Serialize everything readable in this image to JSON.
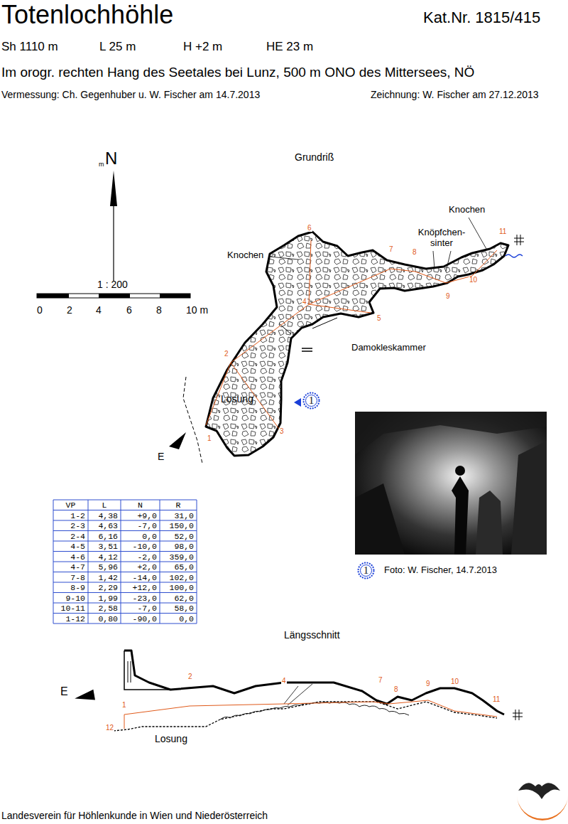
{
  "diagram": {
    "title": "Totenlochhöhle",
    "nodes": [
      {
        "text": [
          "1"
        ]
      },
      {
        "text": [
          "1"
        ]
      }
    ],
    "labels": [
      "Kat.Nr. 1815/415",
      "Sh 1110 m",
      "L 25 m",
      "H +2 m",
      "HE 23 m",
      "Im orogr. rechten Hang des Seetales bei Lunz, 500 m ONO des Mittersees, NÖ",
      "Vermessung: Ch. Gegenhuber u. W. Fischer am 14.7.2013",
      "Zeichnung: W. Fischer am 27.12.2013",
      "Grundriß",
      "m",
      "N",
      "1 : 200",
      "0",
      "2",
      "4",
      "6",
      "8",
      "10 m",
      "Knochen",
      "Knochen",
      "Knöpfchen- sinter",
      "Damokleskammer",
      "Losung",
      "E",
      "6",
      "7",
      "8",
      "11",
      "4",
      "5",
      "2",
      "1",
      "3",
      "10",
      "9",
      "VP",
      "L",
      "N",
      "R",
      "1-2",
      "4,38",
      "+9,0",
      "31,0",
      "2-3",
      "4,63",
      "-7,0",
      "150,0",
      "2-4",
      "6,16",
      "0,0",
      "52,0",
      "4-5",
      "3,51",
      "-10,0",
      "98,0",
      "4-6",
      "4,12",
      "-2,0",
      "359,0",
      "4-7",
      "5,96",
      "+2,0",
      "65,0",
      "7-8",
      "1,42",
      "-14,0",
      "102,0",
      "8-9",
      "2,29",
      "+12,0",
      "100,0",
      "9-10",
      "1,99",
      "-23,0",
      "62,0",
      "10-11",
      "2,58",
      "-7,0",
      "58,0",
      "1-12",
      "0,80",
      "-90,0",
      "0,0",
      "Foto: W. Fischer, 14.7.2013",
      "Längsschnitt",
      "E",
      "2",
      "4",
      "7",
      "8",
      "9",
      "10",
      "1",
      "11",
      "12",
      "Losung",
      "Landesverein für Höhlenkunde in Wien und Niederösterreich"
    ]
  }
}
